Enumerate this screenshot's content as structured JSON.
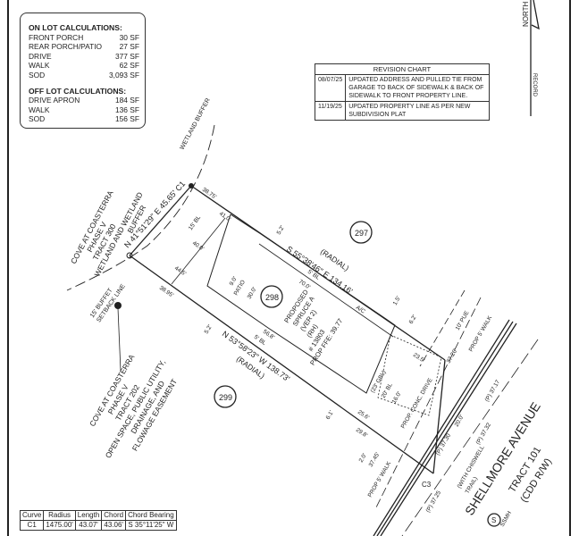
{
  "on_lot": {
    "title": "ON LOT CALCULATIONS:",
    "items": [
      {
        "label": "FRONT PORCH",
        "value": "30 SF"
      },
      {
        "label": "REAR PORCH/PATIO",
        "value": "27 SF"
      },
      {
        "label": "DRIVE",
        "value": "377 SF"
      },
      {
        "label": "WALK",
        "value": "62 SF"
      },
      {
        "label": "SOD",
        "value": "3,093 SF"
      }
    ]
  },
  "off_lot": {
    "title": "OFF LOT CALCULATIONS:",
    "items": [
      {
        "label": "DRIVE APRON",
        "value": "184 SF"
      },
      {
        "label": "WALK",
        "value": "136 SF"
      },
      {
        "label": "SOD",
        "value": "156 SF"
      }
    ]
  },
  "revision_chart": {
    "title": "REVISION CHART",
    "rows": [
      {
        "date": "08/07/25",
        "text": "UPDATED ADDRESS AND PULLED TIE FROM GARAGE TO BACK OF SIDEWALK & BACK OF SIDEWALK TO FRONT PROPERTY LINE."
      },
      {
        "date": "11/19/25",
        "text": "UPDATED PROPERTY LINE AS PER NEW SUBDIVISION PLAT"
      }
    ]
  },
  "curve_table": {
    "headers": [
      "Curve",
      "Radius",
      "Length",
      "Chord",
      "Chord Bearing"
    ],
    "rows": [
      [
        "C1",
        "1475.00'",
        "43.07'",
        "43.06'",
        "S 35°11'25\" W"
      ]
    ]
  },
  "north_arrow": {
    "north": "NORTH",
    "record": "RECORD"
  },
  "drawing": {
    "wetland_buffer": "WETLAND BUFFER",
    "tract300": [
      "COVE AT COASTERRA",
      "PHASE V",
      "TRACT 300",
      "WETLAND AND WETLAND",
      "BUFFER"
    ],
    "tract202": [
      "COVE AT COASTERRA",
      "PHASE V",
      "TRACT 202",
      "OPEN SPACE, PUBLIC UTILITY,",
      "DRAINAGE, AND",
      "FLOWAGE EASEMENT"
    ],
    "buffer_setback": [
      "15' BUFFET",
      "SETBACK LINE"
    ],
    "north_line": "N 41°51'29\" E 45.65' C1",
    "east_line": "S 55°38'46\" E 134.16'",
    "west_line": "N 53°58'23\" W 138.73'",
    "radial": "(RADIAL)",
    "lots": [
      "297",
      "298",
      "299"
    ],
    "house": [
      "PROPOSED",
      "SPRUCE A",
      "(VER 2)",
      "(RH)",
      "# 13803",
      "PROP FFE: 39.77"
    ],
    "elevations": [
      "38.75'",
      "38.95'",
      "37.26'",
      "37.45'",
      "(P) 37.17",
      "(P) 37.32",
      "(P) 37.30",
      "(P) 37.25"
    ],
    "dims": [
      "41.0'",
      "40.0'",
      "44.5'",
      "15' BL",
      "5' BL",
      "5' BL",
      "5.2'",
      "5.2'",
      "70.0'",
      "56.8'",
      "1.5'",
      "6.2'",
      "23.5'",
      "25.6'",
      "29.8'",
      "20.0'",
      "16.0'",
      "6.1'",
      "2.0'",
      "30.0'",
      "9.0'"
    ],
    "labels": {
      "patio": "PATIO",
      "ac": "A/C",
      "pue": "10' PUE",
      "walk1": "PROP 5' WALK",
      "walk2": "PROP 5' WALK",
      "drive": "PROP. CONC. DRIVE",
      "c3": "C3",
      "gbl": "(23' GBL)",
      "bl20": "20' BL",
      "chiswell": "(WITH CHISWELL",
      "trail": "TRAIL)",
      "ssmh": "SSMH",
      "s": "S"
    },
    "street": {
      "name": "SHELLMORE AVENUE",
      "tract": "TRACT 101",
      "row": "(CDD R/W)"
    }
  }
}
